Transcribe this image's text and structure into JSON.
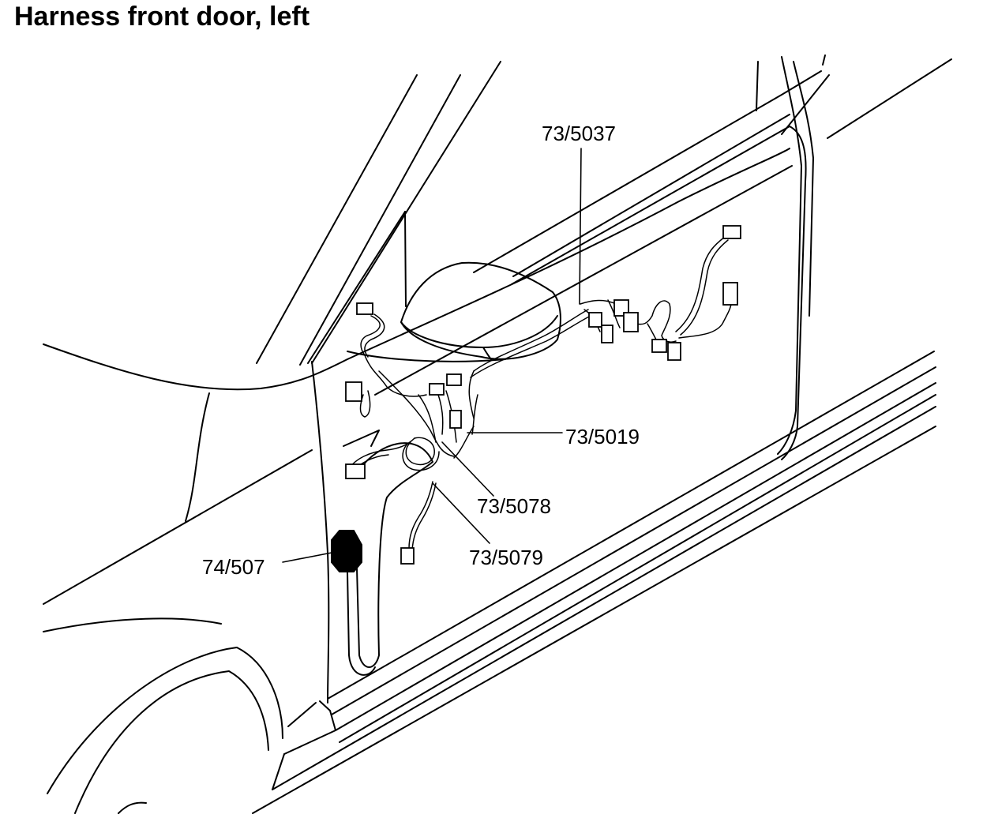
{
  "title": "Harness front door, left",
  "callouts": {
    "c5037": "73/5037",
    "c5019": "73/5019",
    "c5078": "73/5078",
    "c5079": "73/5079",
    "c507": "74/507"
  },
  "colors": {
    "line": "#000000",
    "background": "#ffffff",
    "grommet": "#000000"
  }
}
